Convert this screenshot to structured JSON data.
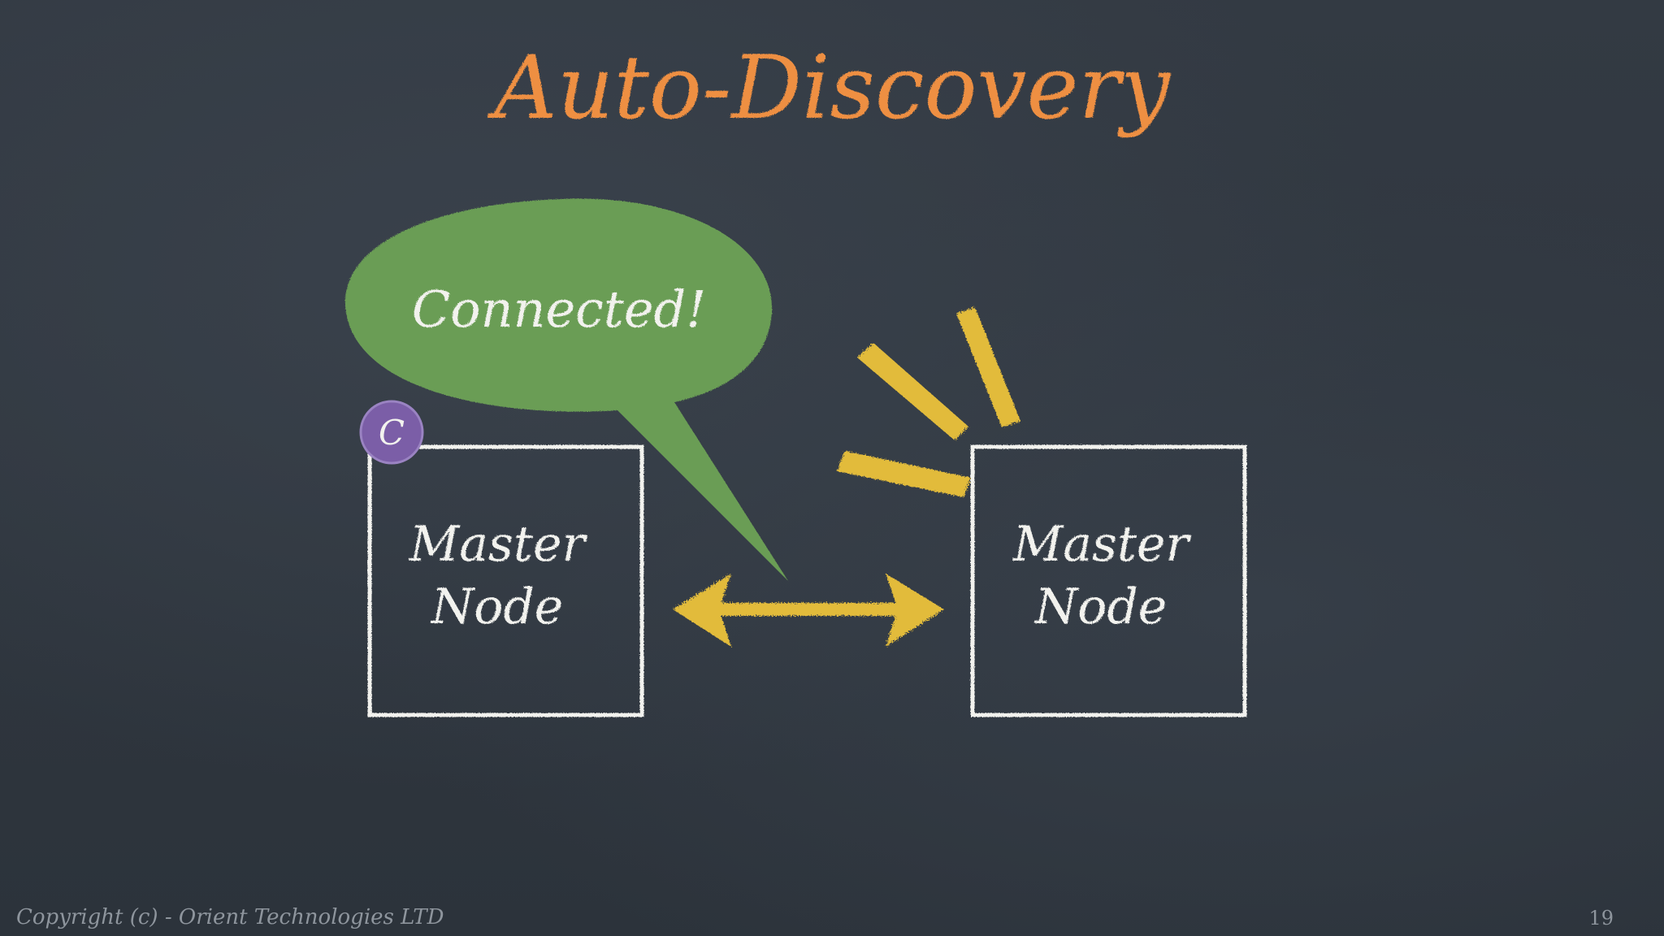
{
  "title": "Auto-Discovery",
  "bubble_text": "Connected!",
  "badge_letter": "C",
  "node_left": {
    "line1": "Master",
    "line2": "Node"
  },
  "node_right": {
    "line1": "Master",
    "line2": "Node"
  },
  "footer": {
    "copyright": "Copyright (c) - Orient Technologies LTD",
    "page_number": "19"
  },
  "colors": {
    "board": "#2f363f",
    "title": "#ee8f42",
    "chalk_white": "#f2f2ee",
    "bubble_green": "#6a9d55",
    "arrow_yellow": "#e2bb3a",
    "badge_purple": "#7b5ea7"
  }
}
